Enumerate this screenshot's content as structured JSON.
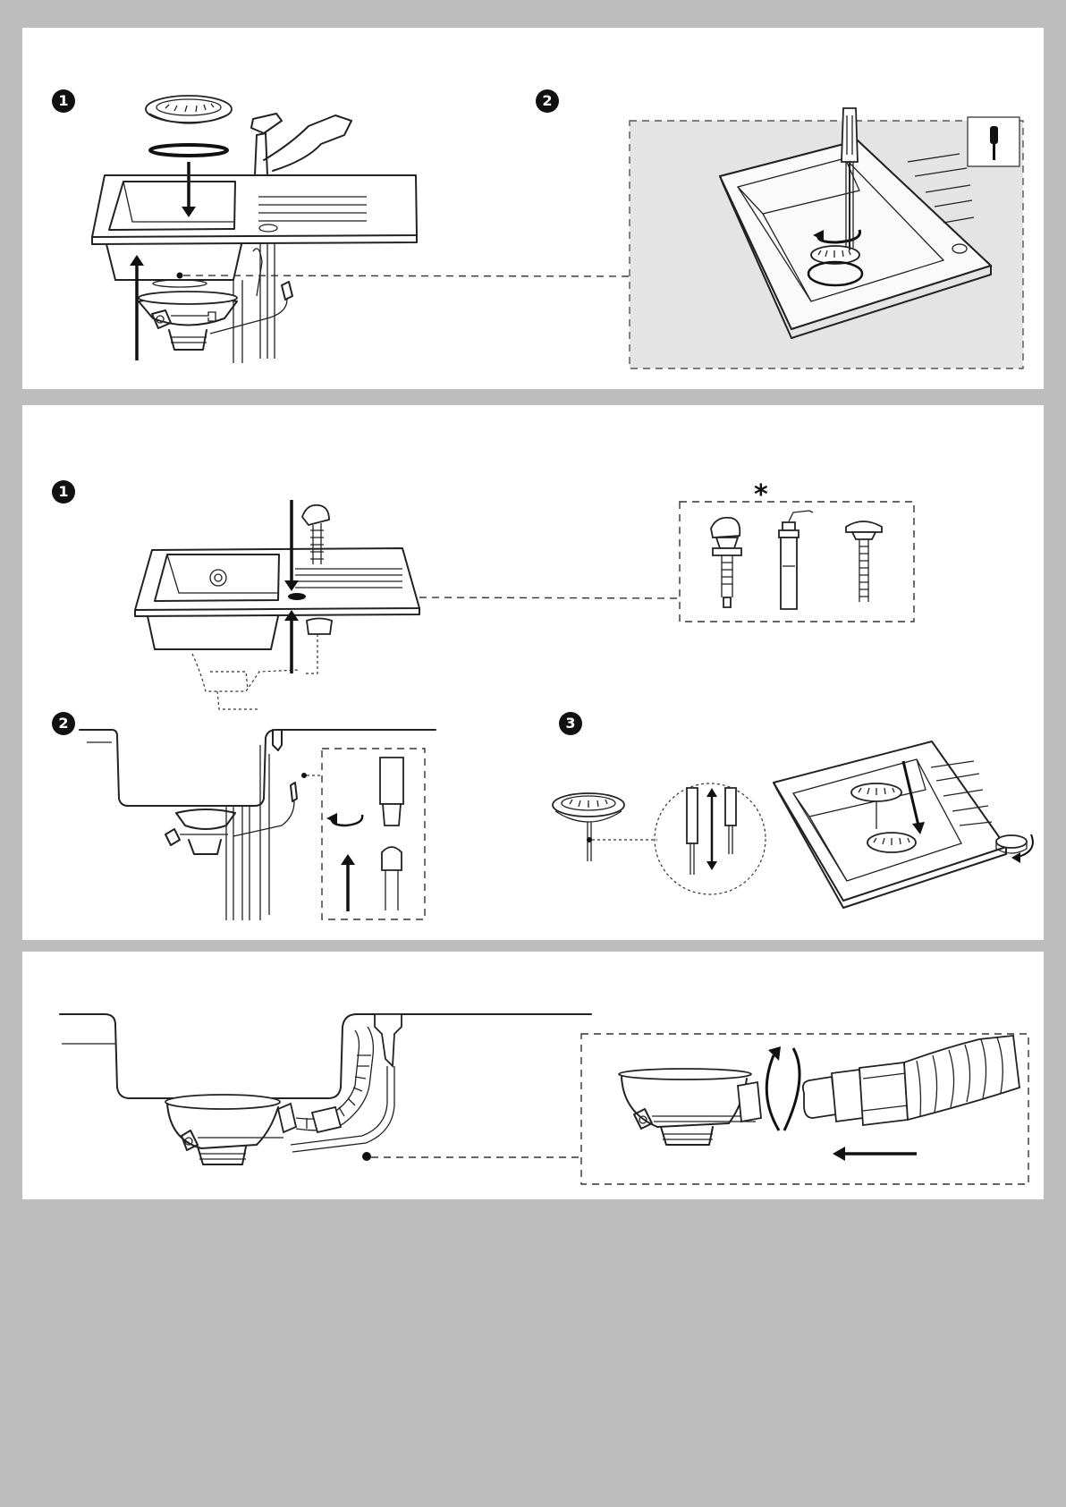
{
  "panels": [
    {
      "id": "strainer-installation",
      "steps": [
        {
          "number": "1"
        },
        {
          "number": "2"
        }
      ],
      "icons": [
        "screwdriver-icon"
      ]
    },
    {
      "id": "tap-hole-and-overflow",
      "steps": [
        {
          "number": "1"
        },
        {
          "number": "2"
        },
        {
          "number": "3"
        }
      ],
      "optional_marker": "*",
      "optional_parts": [
        "soap-dispenser-pump",
        "soap-dispenser-bottle",
        "tap-hole-cover"
      ]
    },
    {
      "id": "drain-hose-connection",
      "steps": []
    }
  ],
  "colors": {
    "page_background": "#bdbdbd",
    "panel_background": "#ffffff",
    "detail_background": "#e4e4e4",
    "line": "#222222"
  }
}
